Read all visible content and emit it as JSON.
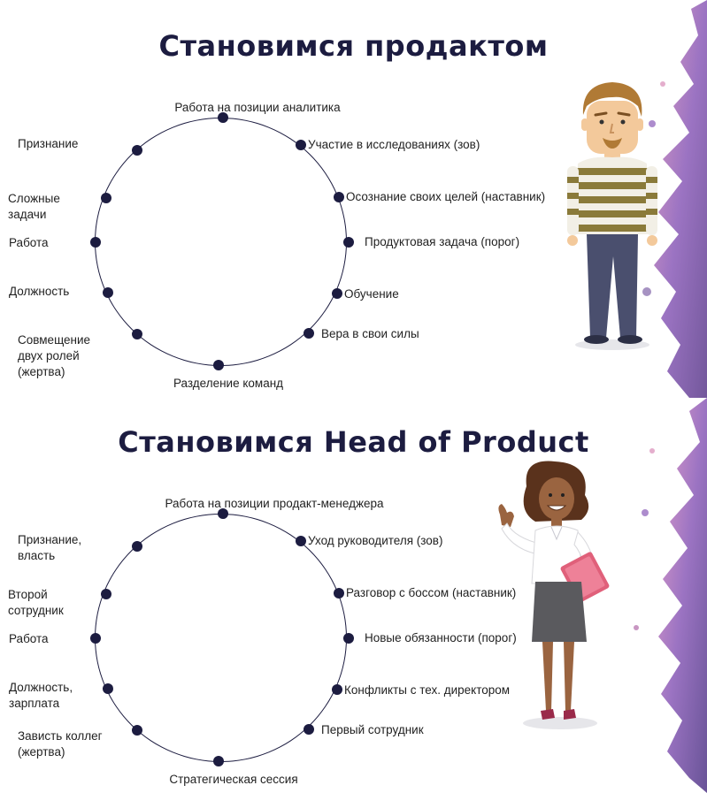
{
  "section1": {
    "title": "Становимся продактом",
    "top": "Работа на позиции аналитика",
    "bottom": "Разделение команд",
    "right": [
      "Участие в исследованиях (зов)",
      "Осознание своих целей (наставник)",
      "Продуктовая задача (порог)",
      "Обучение",
      "Вера в свои силы"
    ],
    "left": [
      {
        "lines": [
          "Признание"
        ]
      },
      {
        "lines": [
          "Сложные",
          "задачи"
        ]
      },
      {
        "lines": [
          "Работа"
        ]
      },
      {
        "lines": [
          "Должность"
        ]
      },
      {
        "lines": [
          "Совмещение",
          "двух ролей",
          "(жертва)"
        ]
      }
    ]
  },
  "section2": {
    "title": "Становимся Head of Product",
    "top": "Работа на позиции продакт-менеджера",
    "bottom": "Стратегическая сессия",
    "right": [
      "Уход руководителя (зов)",
      "Разговор с боссом (наставник)",
      "Новые обязанности (порог)",
      "Конфликты с тех. директором",
      "Первый сотрудник"
    ],
    "left": [
      {
        "lines": [
          "Признание,",
          "власть"
        ]
      },
      {
        "lines": [
          "Второй",
          "сотрудник"
        ]
      },
      {
        "lines": [
          "Работа"
        ]
      },
      {
        "lines": [
          "Должность,",
          "зарплата"
        ]
      },
      {
        "lines": [
          "Зависть коллег",
          "(жертва)"
        ]
      }
    ]
  },
  "colors": {
    "title": "#1c1c40",
    "dot": "#1c1c40",
    "paint_purple": "#7b4fa8",
    "paint_pink": "#c86a9a"
  }
}
